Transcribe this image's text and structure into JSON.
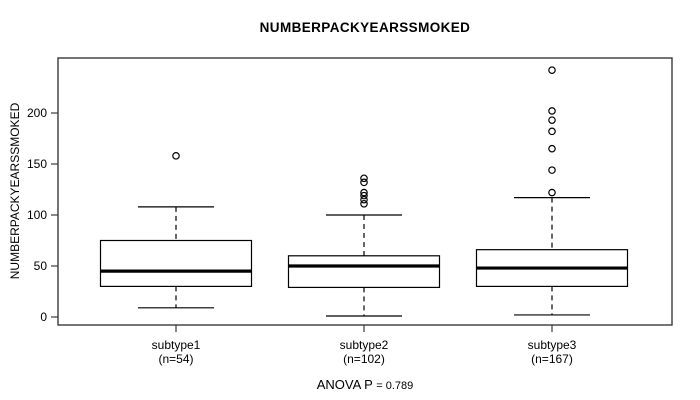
{
  "chart_data": {
    "type": "boxplot",
    "title": "NUMBERPACKYEARSSMOKED",
    "ylabel": "NUMBERPACKYEARSSMOKED",
    "yticks": [
      0,
      50,
      100,
      150,
      200
    ],
    "ylim": [
      -8,
      254
    ],
    "grid": false,
    "anova_label": "ANOVA P",
    "anova_value": "= 0.789",
    "groups": [
      {
        "label": "subtype1",
        "n_label": "(n=54)",
        "whisker_low": 9,
        "q1": 30,
        "median": 45,
        "q3": 75,
        "whisker_high": 108,
        "outliers": [
          158
        ]
      },
      {
        "label": "subtype2",
        "n_label": "(n=102)",
        "whisker_low": 1,
        "q1": 29,
        "median": 50,
        "q3": 60,
        "whisker_high": 100,
        "outliers": [
          136,
          132,
          122,
          119,
          115,
          111
        ]
      },
      {
        "label": "subtype3",
        "n_label": "(n=167)",
        "whisker_low": 2,
        "q1": 30,
        "median": 48,
        "q3": 66,
        "whisker_high": 117,
        "outliers": [
          242,
          202,
          193,
          182,
          165,
          144,
          122
        ]
      }
    ],
    "colors": {
      "stroke": "#000000",
      "frame": "#3a3a3a",
      "box_fill": "#ffffff",
      "background": "#ffffff"
    }
  }
}
